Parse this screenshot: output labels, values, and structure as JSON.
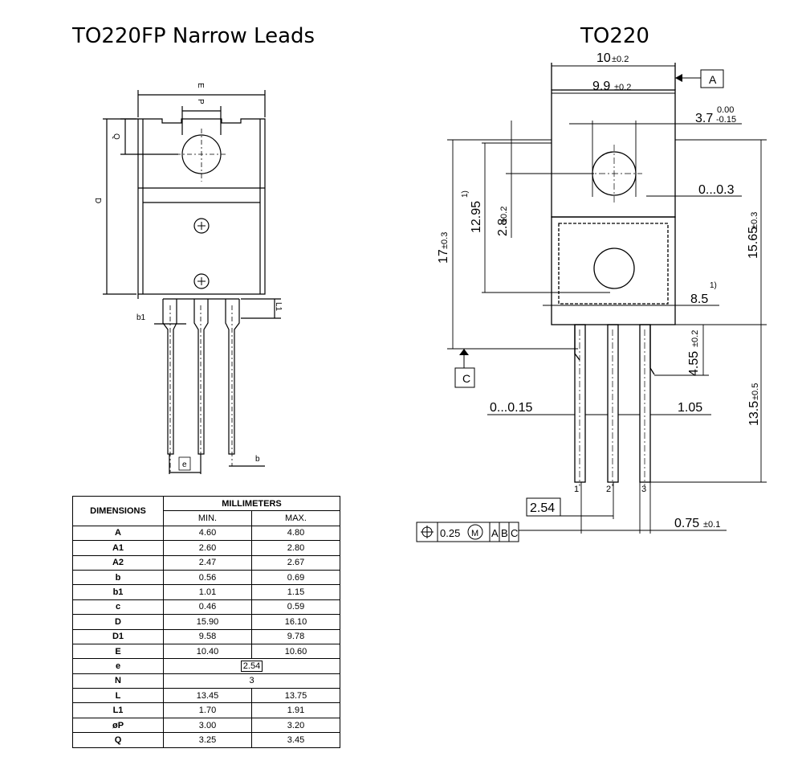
{
  "titles": {
    "left": "TO220FP Narrow Leads",
    "right": "TO220"
  },
  "left_drawing": {
    "labels": {
      "E": "E",
      "P": "P",
      "Q": "Q",
      "D": "D",
      "b1": "b1",
      "L1": "L1",
      "e": "e",
      "b": "b"
    }
  },
  "right_drawing": {
    "labels": {
      "w_outer": "10",
      "w_outer_tol": "±0.2",
      "w_inner": "9.9",
      "w_inner_tol": "±0.2",
      "datum_a": "A",
      "datum_c": "C",
      "hole_offset": "3.7",
      "hole_offset_tol_upper": "0.00",
      "hole_offset_tol_lower": "-0.15",
      "tab_gap": "0...0.3",
      "h_17": "17",
      "h_17_tol": "±0.3",
      "h_1295": "12.95",
      "h_1295_note": "1)",
      "h_28": "2.8",
      "h_28_tol": "±0.2",
      "h_1565": "15.65",
      "h_1565_tol": "±0.3",
      "h_85": "8.5",
      "h_85_note": "1)",
      "h_455": "4.55",
      "h_455_tol": "±0.2",
      "lead_gap": "0...0.15",
      "lead_w": "1.05",
      "lead_len": "13.5",
      "lead_len_tol": "±0.5",
      "pin1": "1",
      "pin2": "2",
      "pin3": "3",
      "pitch": "2.54",
      "lead_thick": "0.75",
      "lead_thick_tol": "±0.1",
      "fcf_value": "0.25",
      "fcf_mod": "M",
      "fcf_a": "A",
      "fcf_b": "B",
      "fcf_c": "C"
    }
  },
  "table": {
    "header_dimensions": "DIMENSIONS",
    "header_mm": "MILLIMETERS",
    "header_min": "MIN.",
    "header_max": "MAX.",
    "rows": [
      {
        "name": "A",
        "min": "4.60",
        "max": "4.80"
      },
      {
        "name": "A1",
        "min": "2.60",
        "max": "2.80"
      },
      {
        "name": "A2",
        "min": "2.47",
        "max": "2.67"
      },
      {
        "name": "b",
        "min": "0.56",
        "max": "0.69"
      },
      {
        "name": "b1",
        "min": "1.01",
        "max": "1.15"
      },
      {
        "name": "c",
        "min": "0.46",
        "max": "0.59"
      },
      {
        "name": "D",
        "min": "15.90",
        "max": "16.10"
      },
      {
        "name": "D1",
        "min": "9.58",
        "max": "9.78"
      },
      {
        "name": "E",
        "min": "10.40",
        "max": "10.60"
      },
      {
        "name": "e",
        "single": "2.54",
        "boxed": true
      },
      {
        "name": "N",
        "single": "3"
      },
      {
        "name": "L",
        "min": "13.45",
        "max": "13.75"
      },
      {
        "name": "L1",
        "min": "1.70",
        "max": "1.91"
      },
      {
        "name": "øP",
        "min": "3.00",
        "max": "3.20"
      },
      {
        "name": "Q",
        "min": "3.25",
        "max": "3.45"
      }
    ]
  }
}
